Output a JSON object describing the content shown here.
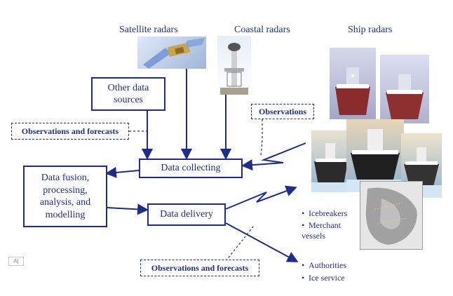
{
  "titles": {
    "satellite": "Satellite radars",
    "coastal": "Coastal radars",
    "ship": "Ship radars"
  },
  "boxes": {
    "other_sources": "Other data sources",
    "fusion": "Data fusion, processing, analysis, and modelling",
    "collecting": "Data collecting",
    "delivery": "Data delivery"
  },
  "labels": {
    "obs_forecasts_top": "Observations and forecasts",
    "observations": "Observations",
    "obs_forecasts_bottom": "Observations and forecasts"
  },
  "recipients": {
    "group1": [
      "Icebreakers",
      "Merchant vessels"
    ],
    "group2": [
      "Authorities",
      "Ice service"
    ]
  },
  "corner_label": "A|",
  "colors": {
    "ink": "#1f2d8a"
  }
}
